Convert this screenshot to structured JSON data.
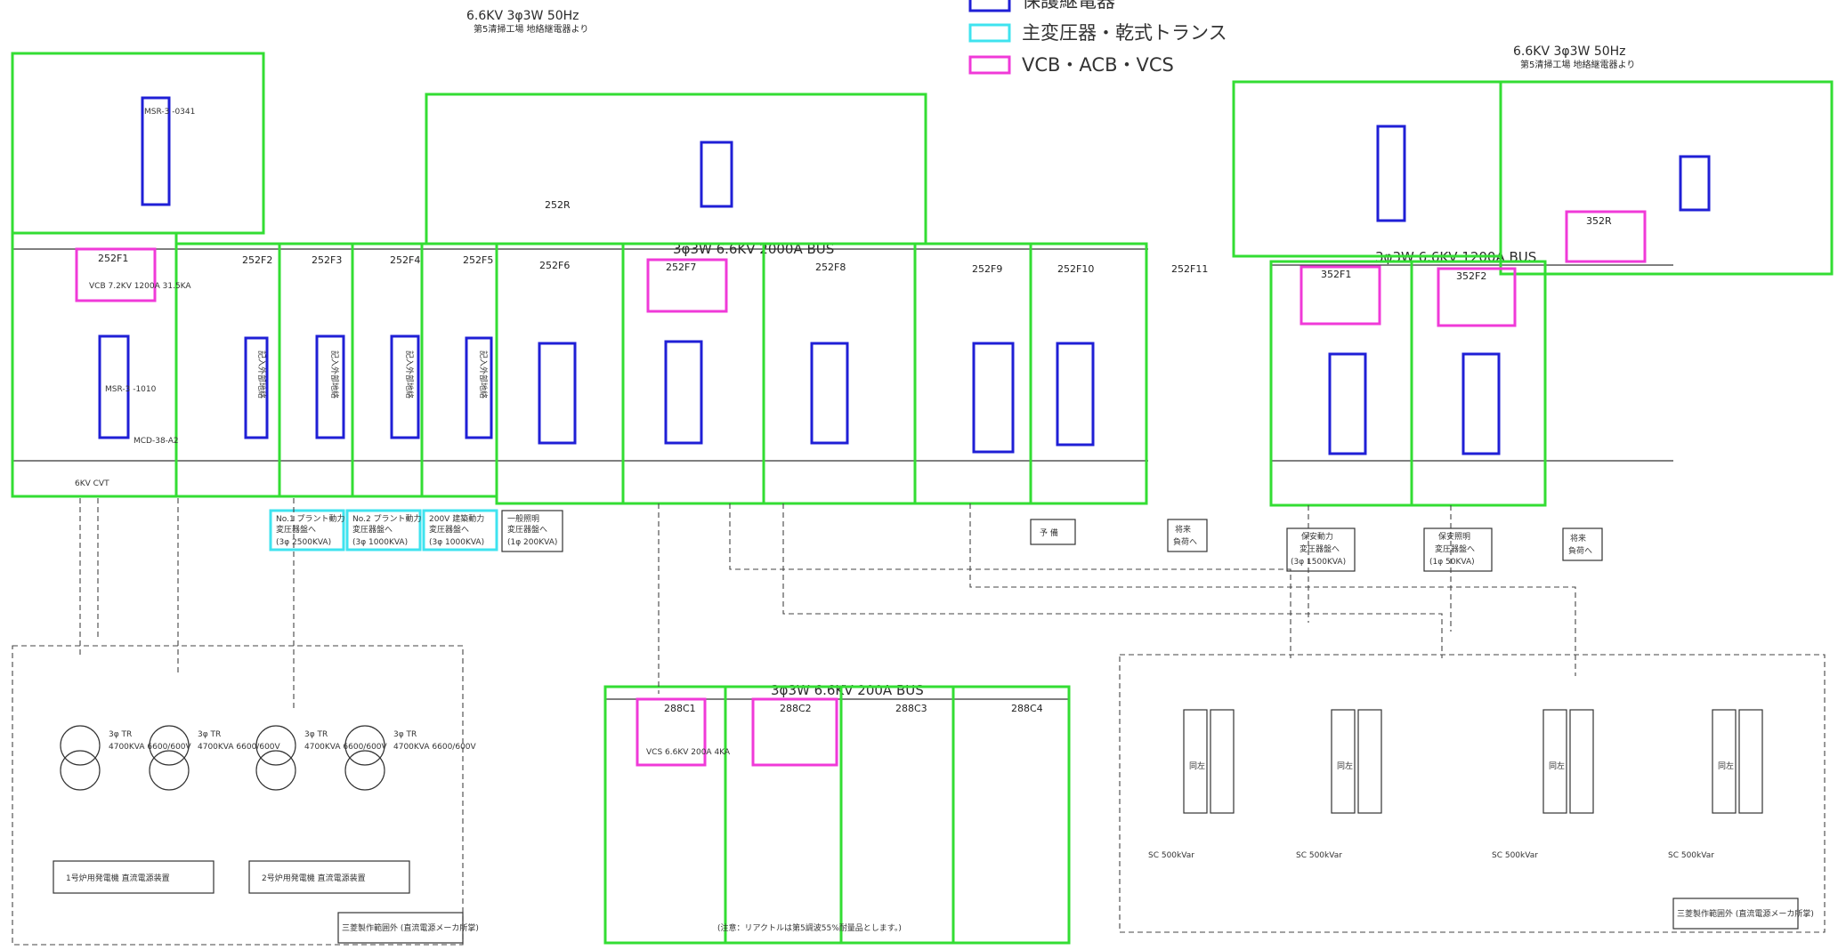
{
  "legend": {
    "items": [
      {
        "label": "保護継電器",
        "color": "#1f1fd6"
      },
      {
        "label": "主変圧器・乾式トランス",
        "color": "#3fe3ef"
      },
      {
        "label": "VCB・ACB・VCS",
        "color": "#f03ad8"
      }
    ]
  },
  "sources": {
    "left": {
      "voltage": "6.6KV 3φ3W 50Hz",
      "origin": "第5清掃工場 地絡継電器より"
    },
    "right": {
      "voltage": "6.6KV 3φ3W 50Hz",
      "origin": "第5清掃工場 地絡継電器より"
    }
  },
  "buses": {
    "main": "3φ3W 6.6KV 2000A BUS",
    "right": "3φ3W 6.6KV 1200A BUS",
    "lower": "3φ3W 6.6KV 200A BUS"
  },
  "feeders": [
    "252F1",
    "252F2",
    "252F3",
    "252F4",
    "252F5",
    "252F6",
    "252F7",
    "252F8",
    "252F9",
    "252F10",
    "252F11"
  ],
  "right_feeders": [
    "352F1",
    "352F2"
  ],
  "incomer_right": "352R",
  "incomer_main": "252R",
  "capacitor_feeders": [
    "288C1",
    "288C2",
    "288C3",
    "288C4"
  ],
  "device_labels": {
    "relay_msr": "MSR-3 -1010",
    "relay_msr_in": "MSR-3 -0341",
    "meter": "MCD-38-A2",
    "vcb": "VCB 7.2KV 1200A 31.5KA",
    "vcs": "VCS 6.6KV 200A 4KA",
    "cable": "6KV CVT",
    "sc": "SC 500kVar"
  },
  "transformer_boxes": [
    {
      "line1": "No.1 プラント動力",
      "line2": "変圧器盤へ",
      "line3": "(3φ 2500KVA)"
    },
    {
      "line1": "No.2 プラント動力",
      "line2": "変圧器盤へ",
      "line3": "(3φ 1000KVA)"
    },
    {
      "line1": "200V 建築動力",
      "line2": "変圧器盤へ",
      "line3": "(3φ 1000KVA)"
    }
  ],
  "other_boxes": [
    {
      "line1": "一般照明",
      "line2": "変圧器盤へ",
      "line3": "(1φ 200KVA)"
    },
    {
      "line1": "予 備",
      "line2": "",
      "line3": ""
    },
    {
      "line1": "将来",
      "line2": "負荷へ",
      "line3": ""
    },
    {
      "line1": "保安動力",
      "line2": "変圧器盤へ",
      "line3": "(3φ 1500KVA)"
    },
    {
      "line1": "保安照明",
      "line2": "変圧器盤へ",
      "line3": "(1φ 50KVA)"
    },
    {
      "line1": "将来",
      "line2": "負荷へ",
      "line3": ""
    }
  ],
  "blue_labels": [
    "記入外部地絡",
    "記入外部地絡",
    "記入外部地絡",
    "記入外部地絡"
  ],
  "lower_left": {
    "tr_label": "3φ TR",
    "tr_spec": "4700KVA 6600/600V",
    "units": [
      "1号炉用発電機 直流電源装置",
      "2号炉用発電機 直流電源装置"
    ],
    "footer": "三菱製作範囲外 (直流電源メーカ所掌)"
  },
  "lower_right": {
    "footer": "三菱製作範囲外 (直流電源メーカ所掌)",
    "same": "同左"
  },
  "note": "(注意：リアクトルは第5調波55%耐量品とします。)"
}
